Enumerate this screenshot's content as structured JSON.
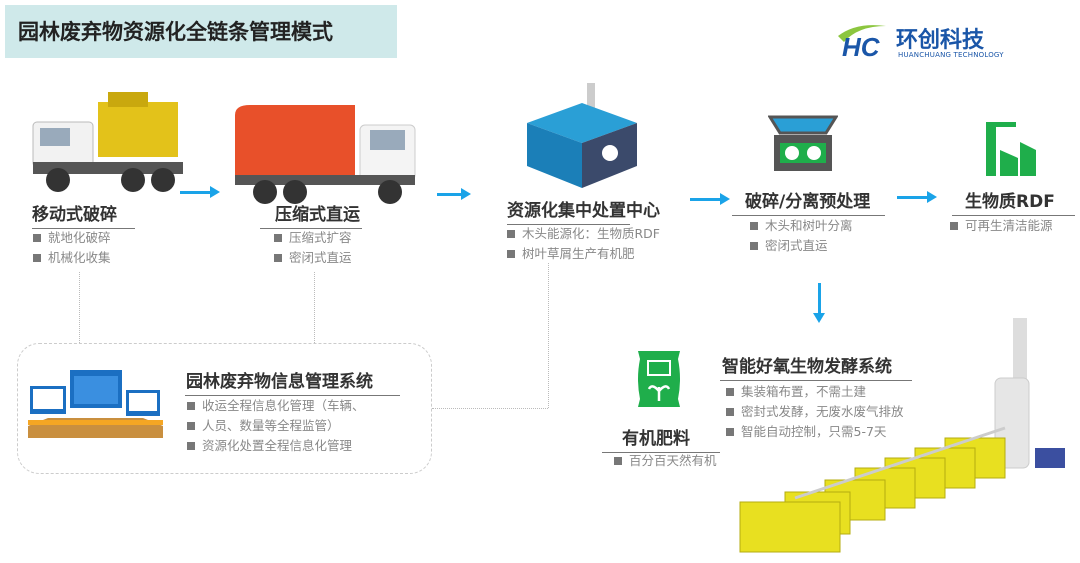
{
  "title": "园林废弃物资源化全链条管理模式",
  "logo": {
    "mark": "HC",
    "name_cn": "环创科技",
    "name_en": "HUANCHUANG TECHNOLOGY"
  },
  "colors": {
    "arrow": "#1aa3e8",
    "title_bg": "#cfe9ea",
    "green_icon": "#1fae4b",
    "logo_blue": "#1a56a8"
  },
  "steps": [
    {
      "title": "移动式破碎",
      "bullets": [
        "就地化破碎",
        "机械化收集"
      ],
      "icon": "mobile-crusher-truck"
    },
    {
      "title": "压缩式直运",
      "bullets": [
        "压缩式扩容",
        "密闭式直运"
      ],
      "icon": "compression-garbage-truck"
    },
    {
      "title": "资源化集中处置中心",
      "bullets": [
        "木头能源化：生物质RDF",
        "树叶草屑生产有机肥"
      ],
      "icon": "factory"
    },
    {
      "title": "破碎/分离预处理",
      "bullets": [
        "木头和树叶分离",
        "密闭式直运"
      ],
      "icon": "crusher-machine"
    },
    {
      "title": "生物质RDF",
      "bullets": [
        "可再生清洁能源"
      ],
      "icon": "rdf-plant"
    }
  ],
  "info_system": {
    "title": "园林废弃物信息管理系统",
    "bullets": [
      "收运全程信息化管理（车辆、",
      "人员、数量等全程监管）",
      "资源化处置全程信息化管理"
    ]
  },
  "fertilizer": {
    "title": "有机肥料",
    "bullets": [
      "百分百天然有机"
    ]
  },
  "fermentation": {
    "title": "智能好氧生物发酵系统",
    "bullets": [
      "集装箱布置，不需土建",
      "密封式发酵，无废水废气排放",
      "智能自动控制，只需5-7天"
    ]
  }
}
